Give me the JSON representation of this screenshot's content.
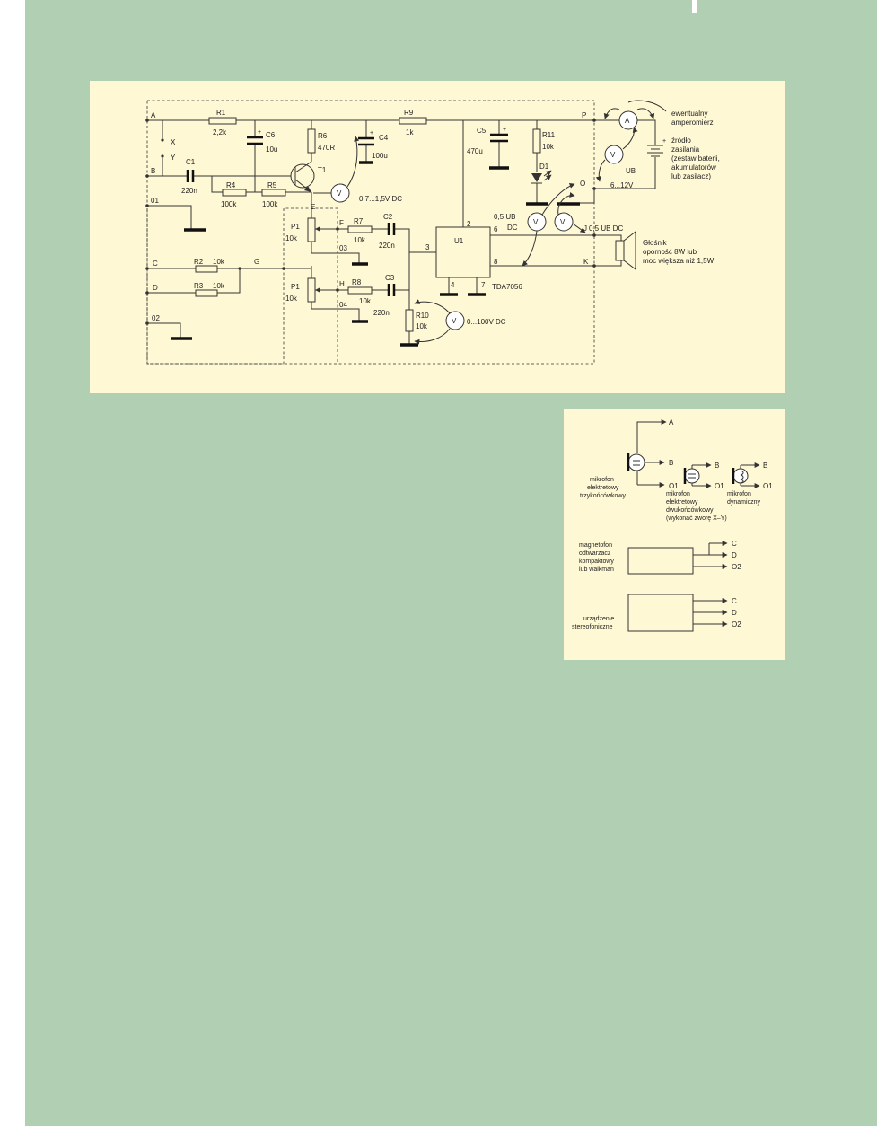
{
  "colors": {
    "page_background": "#b0cfb3",
    "schematic_panel": "#fff8d4",
    "white_strip": "#ffffff"
  },
  "schematic": {
    "terminals": {
      "A": "A",
      "B": "B",
      "X": "X",
      "Y": "Y",
      "O1": "01",
      "C": "C",
      "D": "D",
      "G": "G",
      "O2": "02",
      "E": "E",
      "F": "F",
      "O3": "03",
      "H": "H",
      "O4": "04",
      "P": "P",
      "O": "O",
      "J": "J",
      "K": "K"
    },
    "components": {
      "R1": {
        "name": "R1",
        "value": "2,2k"
      },
      "C6": {
        "name": "C6",
        "value": "10u"
      },
      "R6": {
        "name": "R6",
        "value": "470R"
      },
      "C4": {
        "name": "C4",
        "value": "100u"
      },
      "R9": {
        "name": "R9",
        "value": "1k"
      },
      "C5": {
        "name": "C5",
        "value": "470u"
      },
      "R11": {
        "name": "R11",
        "value": "10k"
      },
      "D1": {
        "name": "D1"
      },
      "T1": {
        "name": "T1"
      },
      "C1": {
        "name": "C1",
        "value": "220n"
      },
      "R4": {
        "name": "R4",
        "value": "100k"
      },
      "R5": {
        "name": "R5",
        "value": "100k"
      },
      "P1a": {
        "name": "P1",
        "value": "10k"
      },
      "P1b": {
        "name": "P1",
        "value": "10k"
      },
      "R7": {
        "name": "R7",
        "value": "10k"
      },
      "C2": {
        "name": "C2",
        "value": "220n"
      },
      "R8": {
        "name": "R8",
        "value": "10k"
      },
      "C3": {
        "name": "C3",
        "value": "220n"
      },
      "R10": {
        "name": "R10",
        "value": "10k"
      },
      "R2": {
        "name": "R2",
        "value": "10k"
      },
      "R3": {
        "name": "R3",
        "value": "10k"
      },
      "U1": {
        "name": "U1",
        "chip": "TDA7056",
        "pins": {
          "p2": "2",
          "p3": "3",
          "p4": "4",
          "p6": "6",
          "p7": "7",
          "p8": "8"
        }
      }
    },
    "meters": {
      "V": "V",
      "A": "A"
    },
    "annotations": {
      "ammeter_note": "ewentualny amperomierz",
      "source_lines": [
        "źródło",
        "zasilania",
        "(zestaw baterii,",
        "akumulatorów",
        "lub zasilacz)"
      ],
      "supply": "6...12V",
      "ub": "UB",
      "vbe": "0,7...1,5V DC",
      "half_ub": "0,5 UB",
      "dc": "DC",
      "half_ub_dc": "0,5 UB DC",
      "out_v": "0...100V DC",
      "speaker_lines": [
        "Głośnik",
        "oporność 8W lub",
        "moc większa niż 1,5W"
      ],
      "plus": "+"
    }
  },
  "inputs": {
    "A": "A",
    "B": "B",
    "O1": "O1",
    "C": "C",
    "D": "D",
    "O2": "O2",
    "mic1_lines": [
      "mikrofon",
      "elektretowy",
      "trzykońcówkowy"
    ],
    "mic2_lines": [
      "mikrofon",
      "elektretowy",
      "dwukońcówkowy",
      "(wykonać zworę X–Y)"
    ],
    "mic3_lines": [
      "mikrofon",
      "dynamiczny"
    ],
    "tape_lines": [
      "magnetofon",
      "odtwarzacz",
      "kompaktowy",
      "lub walkman"
    ],
    "stereo_lines": [
      "urządzenie",
      "stereofoniczne"
    ]
  }
}
